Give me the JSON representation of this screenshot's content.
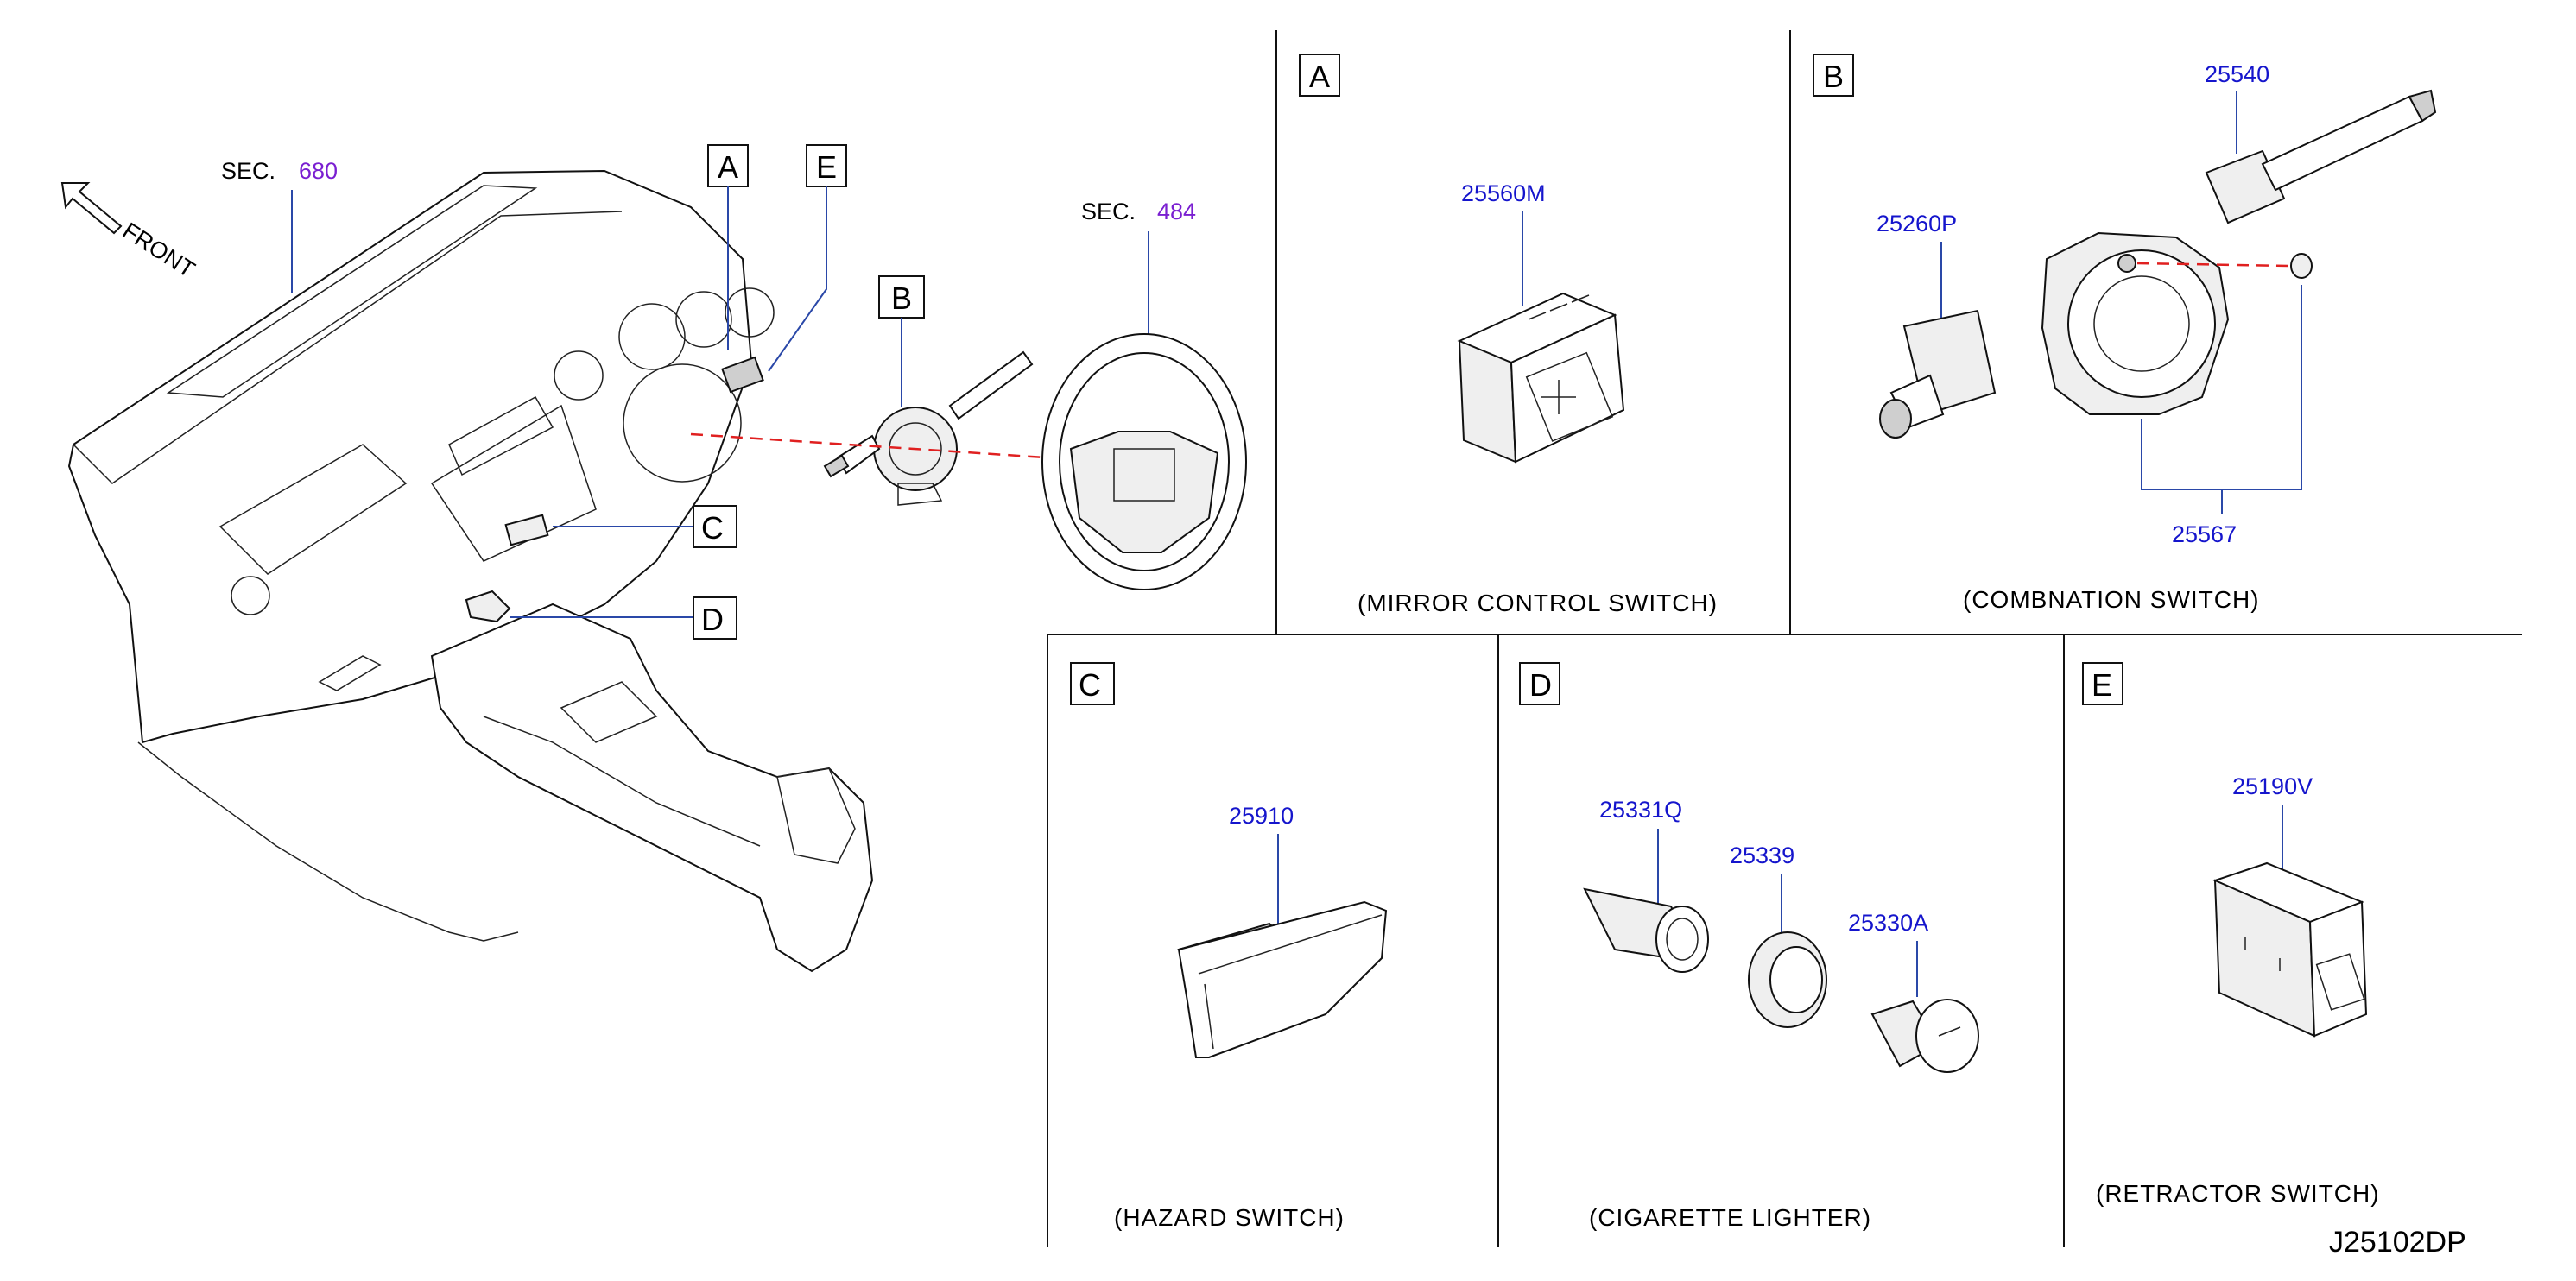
{
  "sections": {
    "A": {
      "letter": "A",
      "part_numbers": [
        "25560M"
      ],
      "caption": "(MIRROR   CONTROL   SWITCH)"
    },
    "B": {
      "letter": "B",
      "part_numbers": [
        "25540",
        "25260P",
        "25567"
      ],
      "caption": "(COMBNATION   SWITCH)"
    },
    "C": {
      "letter": "C",
      "part_numbers": [
        "25910"
      ],
      "caption": "(HAZARD   SWITCH)"
    },
    "D": {
      "letter": "D",
      "part_numbers": [
        "25331Q",
        "25339",
        "25330A"
      ],
      "caption": "(CIGARETTE   LIGHTER)"
    },
    "E": {
      "letter": "E",
      "part_numbers": [
        "25190V"
      ],
      "caption": "(RETRACTOR   SWITCH)"
    }
  },
  "overview": {
    "front_label": "FRONT",
    "sec_prefix": "SEC.",
    "sec_refs": [
      "680",
      "484"
    ],
    "callouts": [
      "A",
      "E",
      "B",
      "C",
      "D"
    ]
  },
  "diagram_code": "J25102DP",
  "colors": {
    "part_number": "#1515cc",
    "section_ref": "#7a1fd1",
    "axis_dash": "#e02020"
  }
}
